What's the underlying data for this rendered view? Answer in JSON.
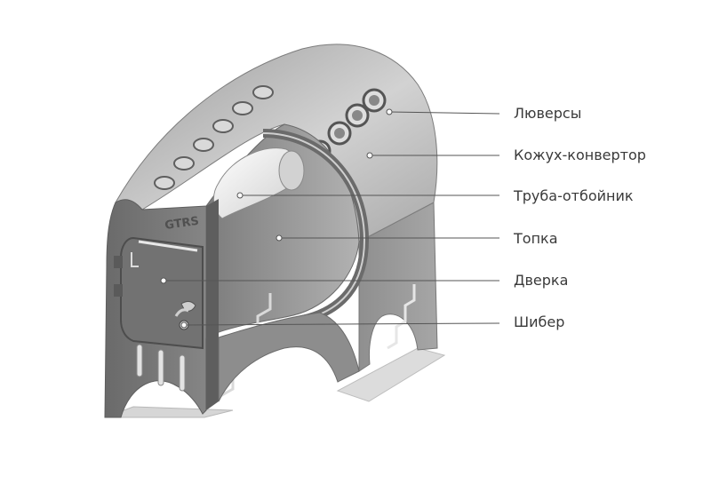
{
  "diagram": {
    "brand_mark": "GTRS",
    "labels": [
      {
        "id": "louvers",
        "text": "Люверсы"
      },
      {
        "id": "casing",
        "text": "Кожух-конвертор"
      },
      {
        "id": "pipe",
        "text": "Труба-отбойник"
      },
      {
        "id": "firebox",
        "text": "Топка"
      },
      {
        "id": "door",
        "text": "Дверка"
      },
      {
        "id": "damper",
        "text": "Шибер"
      }
    ],
    "colors": {
      "casing_top": "#bdbdbd",
      "casing_front": "#7a7a7a",
      "cutaway_edge": "#6e6e6e",
      "interior": "#9a9a9a",
      "highlight": "#f2f2f2",
      "leader_line": "#555555",
      "label_text": "#3a3a3a"
    }
  }
}
